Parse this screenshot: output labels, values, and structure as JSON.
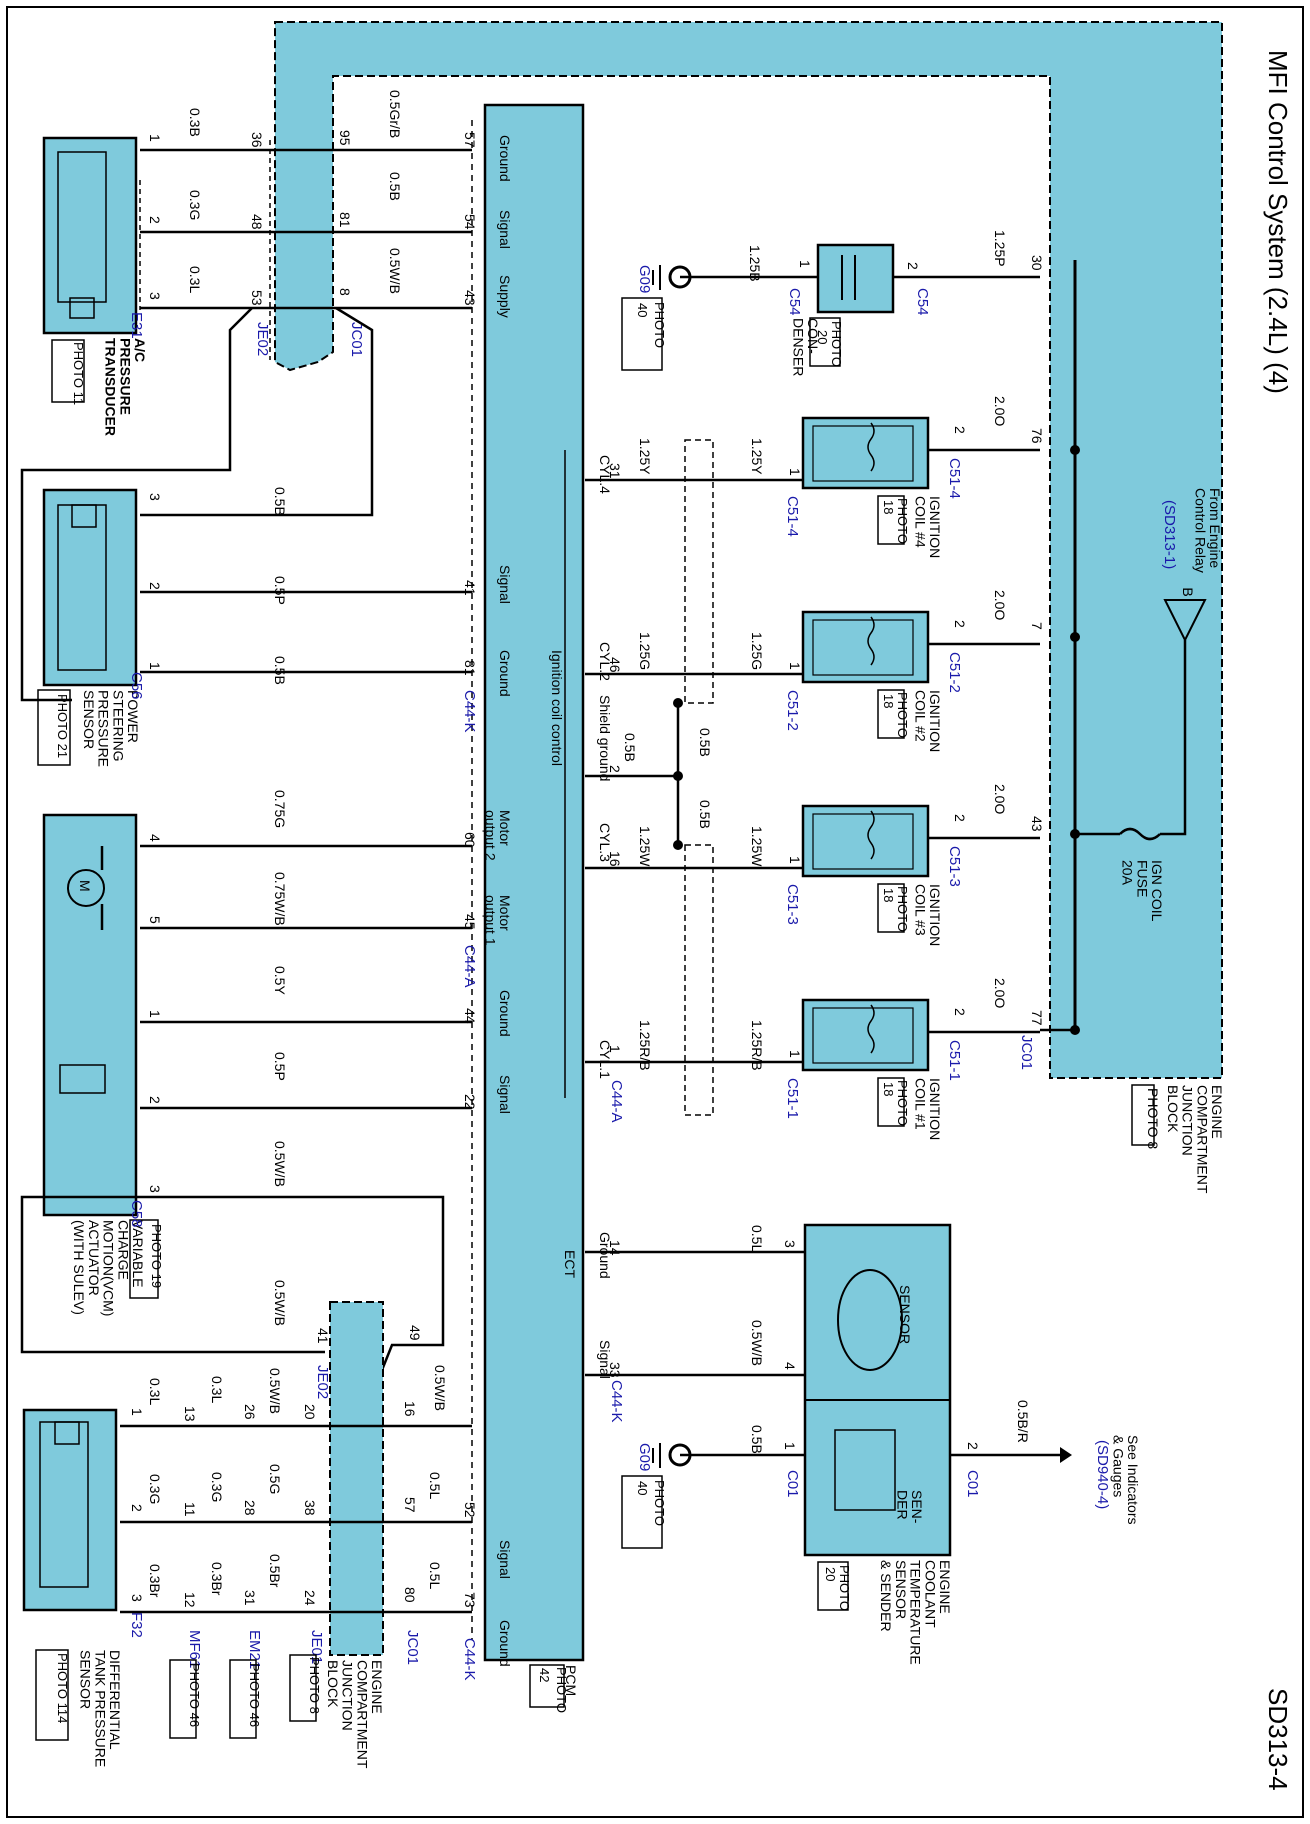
{
  "header": {
    "title": "MFI Control System (2.4L) (4)",
    "code": "SD313-4"
  },
  "colors": {
    "block_fill": "#7fcadc",
    "wire": "#000000",
    "connector_label": "#1a1aaa"
  },
  "pcm": {
    "label": "PCM",
    "photo": "PHOTO",
    "photo_no": "42",
    "pins": {
      "ground": "Ground",
      "signal": "Signal",
      "supply": "Supply",
      "motor_output_2": "Motor\noutput 2",
      "motor_output_1": "Motor\noutput 1"
    },
    "groups": {
      "ignition_coil_control": "Ignition coil control",
      "cyl4": "CYL.4",
      "cyl2": "CYL.2",
      "shield_ground": "Shield ground",
      "cyl3": "CYL.3",
      "cyl1": "CYL.1",
      "ect": "ECT"
    }
  },
  "ac_sensor": {
    "name": "A/C\nPRESSURE\nTRANSDUCER",
    "photo": "PHOTO 11",
    "connector": "E31",
    "wires": [
      {
        "pin": "1",
        "wire": "0.3B",
        "jpin": "36",
        "pcm_wire": "0.5Gr/B",
        "ppin": "95",
        "pcm_pin": "57"
      },
      {
        "pin": "2",
        "wire": "0.3G",
        "jpin": "48",
        "pcm_wire": "0.5B",
        "ppin": "81",
        "pcm_pin": "54"
      },
      {
        "pin": "3",
        "wire": "0.3L",
        "jpin": "53",
        "pcm_wire": "0.5W/B",
        "ppin": "8",
        "pcm_pin": "43"
      }
    ],
    "je": "JE02",
    "jc": "JC01"
  },
  "ps_sensor": {
    "name": "POWER\nSTEERING\nPRESSURE\nSENSOR",
    "photo": "PHOTO 21",
    "connector": "C56",
    "pcm_connector": "C44-K",
    "wires": [
      {
        "pin": "3",
        "wire": "0.5B"
      },
      {
        "pin": "2",
        "wire": "0.5P",
        "pcm_pin": "41"
      },
      {
        "pin": "1",
        "wire": "0.5B",
        "pcm_pin": "81"
      }
    ]
  },
  "vcm": {
    "name": "VARIABLE\nCHARGE\nMOTION(VCM)\nACTUATOR\n(WITH SULEV)",
    "photo": "PHOTO 19",
    "connector": "C58",
    "pcm_connector": "C44-A",
    "motor_symbol": "M",
    "wires": [
      {
        "pin": "4",
        "wire": "0.75G",
        "pcm_pin": "60"
      },
      {
        "pin": "5",
        "wire": "0.75W/B",
        "pcm_pin": "45"
      },
      {
        "pin": "1",
        "wire": "0.5Y",
        "pcm_pin": "44"
      },
      {
        "pin": "2",
        "wire": "0.5P",
        "pcm_pin": "22"
      },
      {
        "pin": "3",
        "wire": "0.5W/B"
      }
    ],
    "lower_wire": "0.5W/B",
    "junction_pin_41": "41",
    "junction_pin_49": "49",
    "je": "JE02",
    "upper_wire_end": "0.5W/B"
  },
  "diff_sensor": {
    "name": "DIFFERENTIAL\nTANK PRESSURE\nSENSOR",
    "photo": "PHOTO 114",
    "connector": "F32",
    "mf": "MF61",
    "mf_photo": "PHOTO 46",
    "em": "EM21",
    "em_photo": "PHOTO 46",
    "je": "JE01",
    "je_photo": "PHOTO 8",
    "jc": "JC01",
    "pcm_connector": "C44-K",
    "rows": [
      {
        "pin": "1",
        "w1": "0.3L",
        "p13": "13",
        "w2": "0.3L",
        "p26": "26",
        "w3": "0.5W/B",
        "p20": "20",
        "p16": "16",
        "w4": "",
        "pcm": ""
      },
      {
        "pin": "2",
        "w1": "0.3G",
        "p13": "11",
        "w2": "0.3G",
        "p26": "28",
        "w3": "0.5G",
        "p20": "38",
        "p16": "57",
        "w4": "0.5L",
        "pcm": "52"
      },
      {
        "pin": "3",
        "w1": "0.3Br",
        "p13": "12",
        "w2": "0.3Br",
        "p26": "31",
        "w3": "0.5Br",
        "p20": "24",
        "p16": "80",
        "w4": "0.5L",
        "pcm": "73"
      }
    ],
    "ecjb": "ENGINE\nCOMPARTMENT\nJUNCTION\nBLOCK"
  },
  "condenser": {
    "name": "CON-\nDENSER",
    "photo": "PHOTO",
    "photo_no": "20",
    "connector_left": "C54",
    "connector_right": "C54",
    "pin_left": "1",
    "pin_right": "2",
    "wire_left": "1.25B",
    "wire_right": "1.25P",
    "jb_pin": "30"
  },
  "ground_g09_top": {
    "name": "G09",
    "photo": "PHOTO",
    "photo_no": "40"
  },
  "ground_g09_bottom": {
    "name": "G09",
    "photo": "PHOTO",
    "photo_no": "40"
  },
  "coils": [
    {
      "name": "IGNITION\nCOIL #4",
      "photo": "PHOTO",
      "photo_no": "18",
      "top_conn": "C51-4",
      "bot_conn": "C51-4",
      "jb_pin": "76",
      "jb_wire": "2.0O",
      "wire": "1.25Y",
      "pcm_wire": "1.25Y",
      "pcm_pin": "31"
    },
    {
      "name": "IGNITION\nCOIL #2",
      "photo": "PHOTO",
      "photo_no": "18",
      "top_conn": "C51-2",
      "bot_conn": "C51-2",
      "jb_pin": "7",
      "jb_wire": "2.0O",
      "wire": "1.25G",
      "pcm_wire": "1.25G",
      "pcm_pin": "46"
    },
    {
      "name": "IGNITION\nCOIL #3",
      "photo": "PHOTO",
      "photo_no": "18",
      "top_conn": "C51-3",
      "bot_conn": "C51-3",
      "jb_pin": "43",
      "jb_wire": "2.0O",
      "wire": "1.25W",
      "pcm_wire": "1.25W",
      "pcm_pin": "16"
    },
    {
      "name": "IGNITION\nCOIL #1",
      "photo": "PHOTO",
      "photo_no": "18",
      "top_conn": "C51-1",
      "bot_conn": "C51-1",
      "jb_pin": "77",
      "jb_wire": "2.0O",
      "wire": "1.25R/B",
      "pcm_wire": "1.25R/B",
      "pcm_pin": "1"
    }
  ],
  "shield": {
    "wire_a": "0.5B",
    "wire_b": "0.5B",
    "wire_c": "0.5B",
    "pcm_pin": "2"
  },
  "coil_pin_top": "2",
  "coil_pin_bot": "1",
  "pcm_connector_coils": "C44-A",
  "jb": {
    "name": "ENGINE\nCOMPARTMENT\nJUNCTION\nBLOCK",
    "photo": "PHOTO 8",
    "connector": "JC01",
    "fuse": "IGN COIL\nFUSE\n20A",
    "from": "From Engine\nControl Relay",
    "from_ref": "(SD313-1)",
    "from_letter": "B"
  },
  "ect": {
    "name": "ENGINE\nCOOLANT\nTEMPERATURE\nSENSOR\n& SENDER",
    "photo": "PHOTO",
    "photo_no": "20",
    "sensor_label": "SENSOR",
    "sender_label": "SEN-\nDER",
    "pin3": "3",
    "pin4": "4",
    "pin1": "1",
    "pin2": "2",
    "w3": "0.5L",
    "w4": "0.5W/B",
    "w1": "0.5B",
    "w2": "0.5B/R",
    "pcm_pin_ground": "14",
    "pcm_pin_signal": "33",
    "pcm_conn": "C44-K",
    "conn_bottom": "C01",
    "conn_top": "C01",
    "see": "See Indicators\n& Gauges",
    "see_ref": "(SD940-4)"
  }
}
